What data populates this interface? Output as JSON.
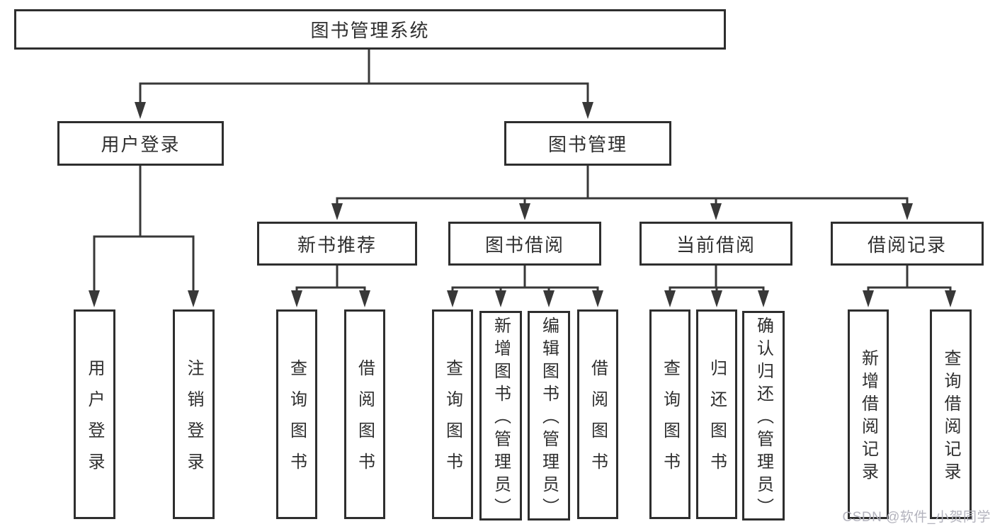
{
  "diagram": {
    "root": {
      "label": "图书管理系统"
    },
    "level2": [
      {
        "label": "用户登录"
      },
      {
        "label": "图书管理"
      }
    ],
    "level3": [
      {
        "label": "新书推荐"
      },
      {
        "label": "图书借阅"
      },
      {
        "label": "当前借阅"
      },
      {
        "label": "借阅记录"
      }
    ],
    "leaves": {
      "user_login": [
        "用户登录",
        "注销登录"
      ],
      "new_book_recommend": [
        "查询图书",
        "借阅图书"
      ],
      "book_borrow": [
        "查询图书",
        "新增图书（管理员）",
        "编辑图书（管理员）",
        "借阅图书"
      ],
      "current_borrow": [
        "查询图书",
        "归还图书",
        "确认归还（管理员）"
      ],
      "borrow_records": [
        "新增借阅记录",
        "查询借阅记录"
      ]
    },
    "watermark": "CSDN @软件_小贺同学",
    "colors": {
      "line": "#383838",
      "box-border": "#2e2e2e",
      "text": "#2f2f2f",
      "watermark": "#b3b3bd",
      "background": "#ffffff"
    }
  }
}
